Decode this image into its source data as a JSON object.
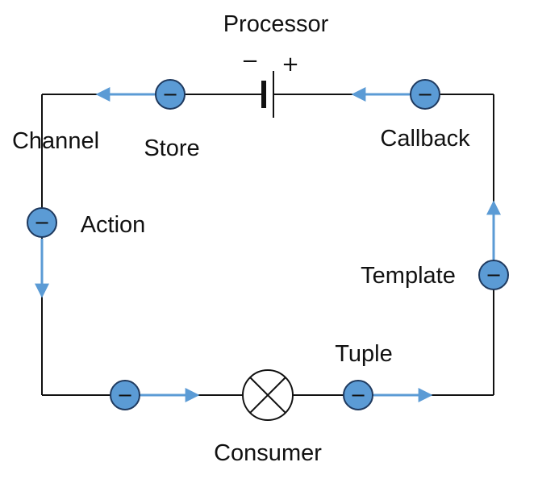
{
  "labels": {
    "processor": "Processor",
    "store": "Store",
    "channel": "Channel",
    "callback": "Callback",
    "action": "Action",
    "template": "Template",
    "tuple": "Tuple",
    "consumer": "Consumer"
  },
  "battery": {
    "negative_sign": "−",
    "positive_sign": "+"
  },
  "carrier_symbol": "−",
  "colors": {
    "wire": "#111111",
    "flow_arrow": "#5b9bd5",
    "carrier_fill": "#5b9bd5",
    "carrier_stroke": "#1f3a5f"
  },
  "icons": {
    "battery": "battery-icon",
    "lamp": "lamp-icon",
    "carrier": "electron-icon",
    "arrow": "flow-arrow-icon"
  }
}
